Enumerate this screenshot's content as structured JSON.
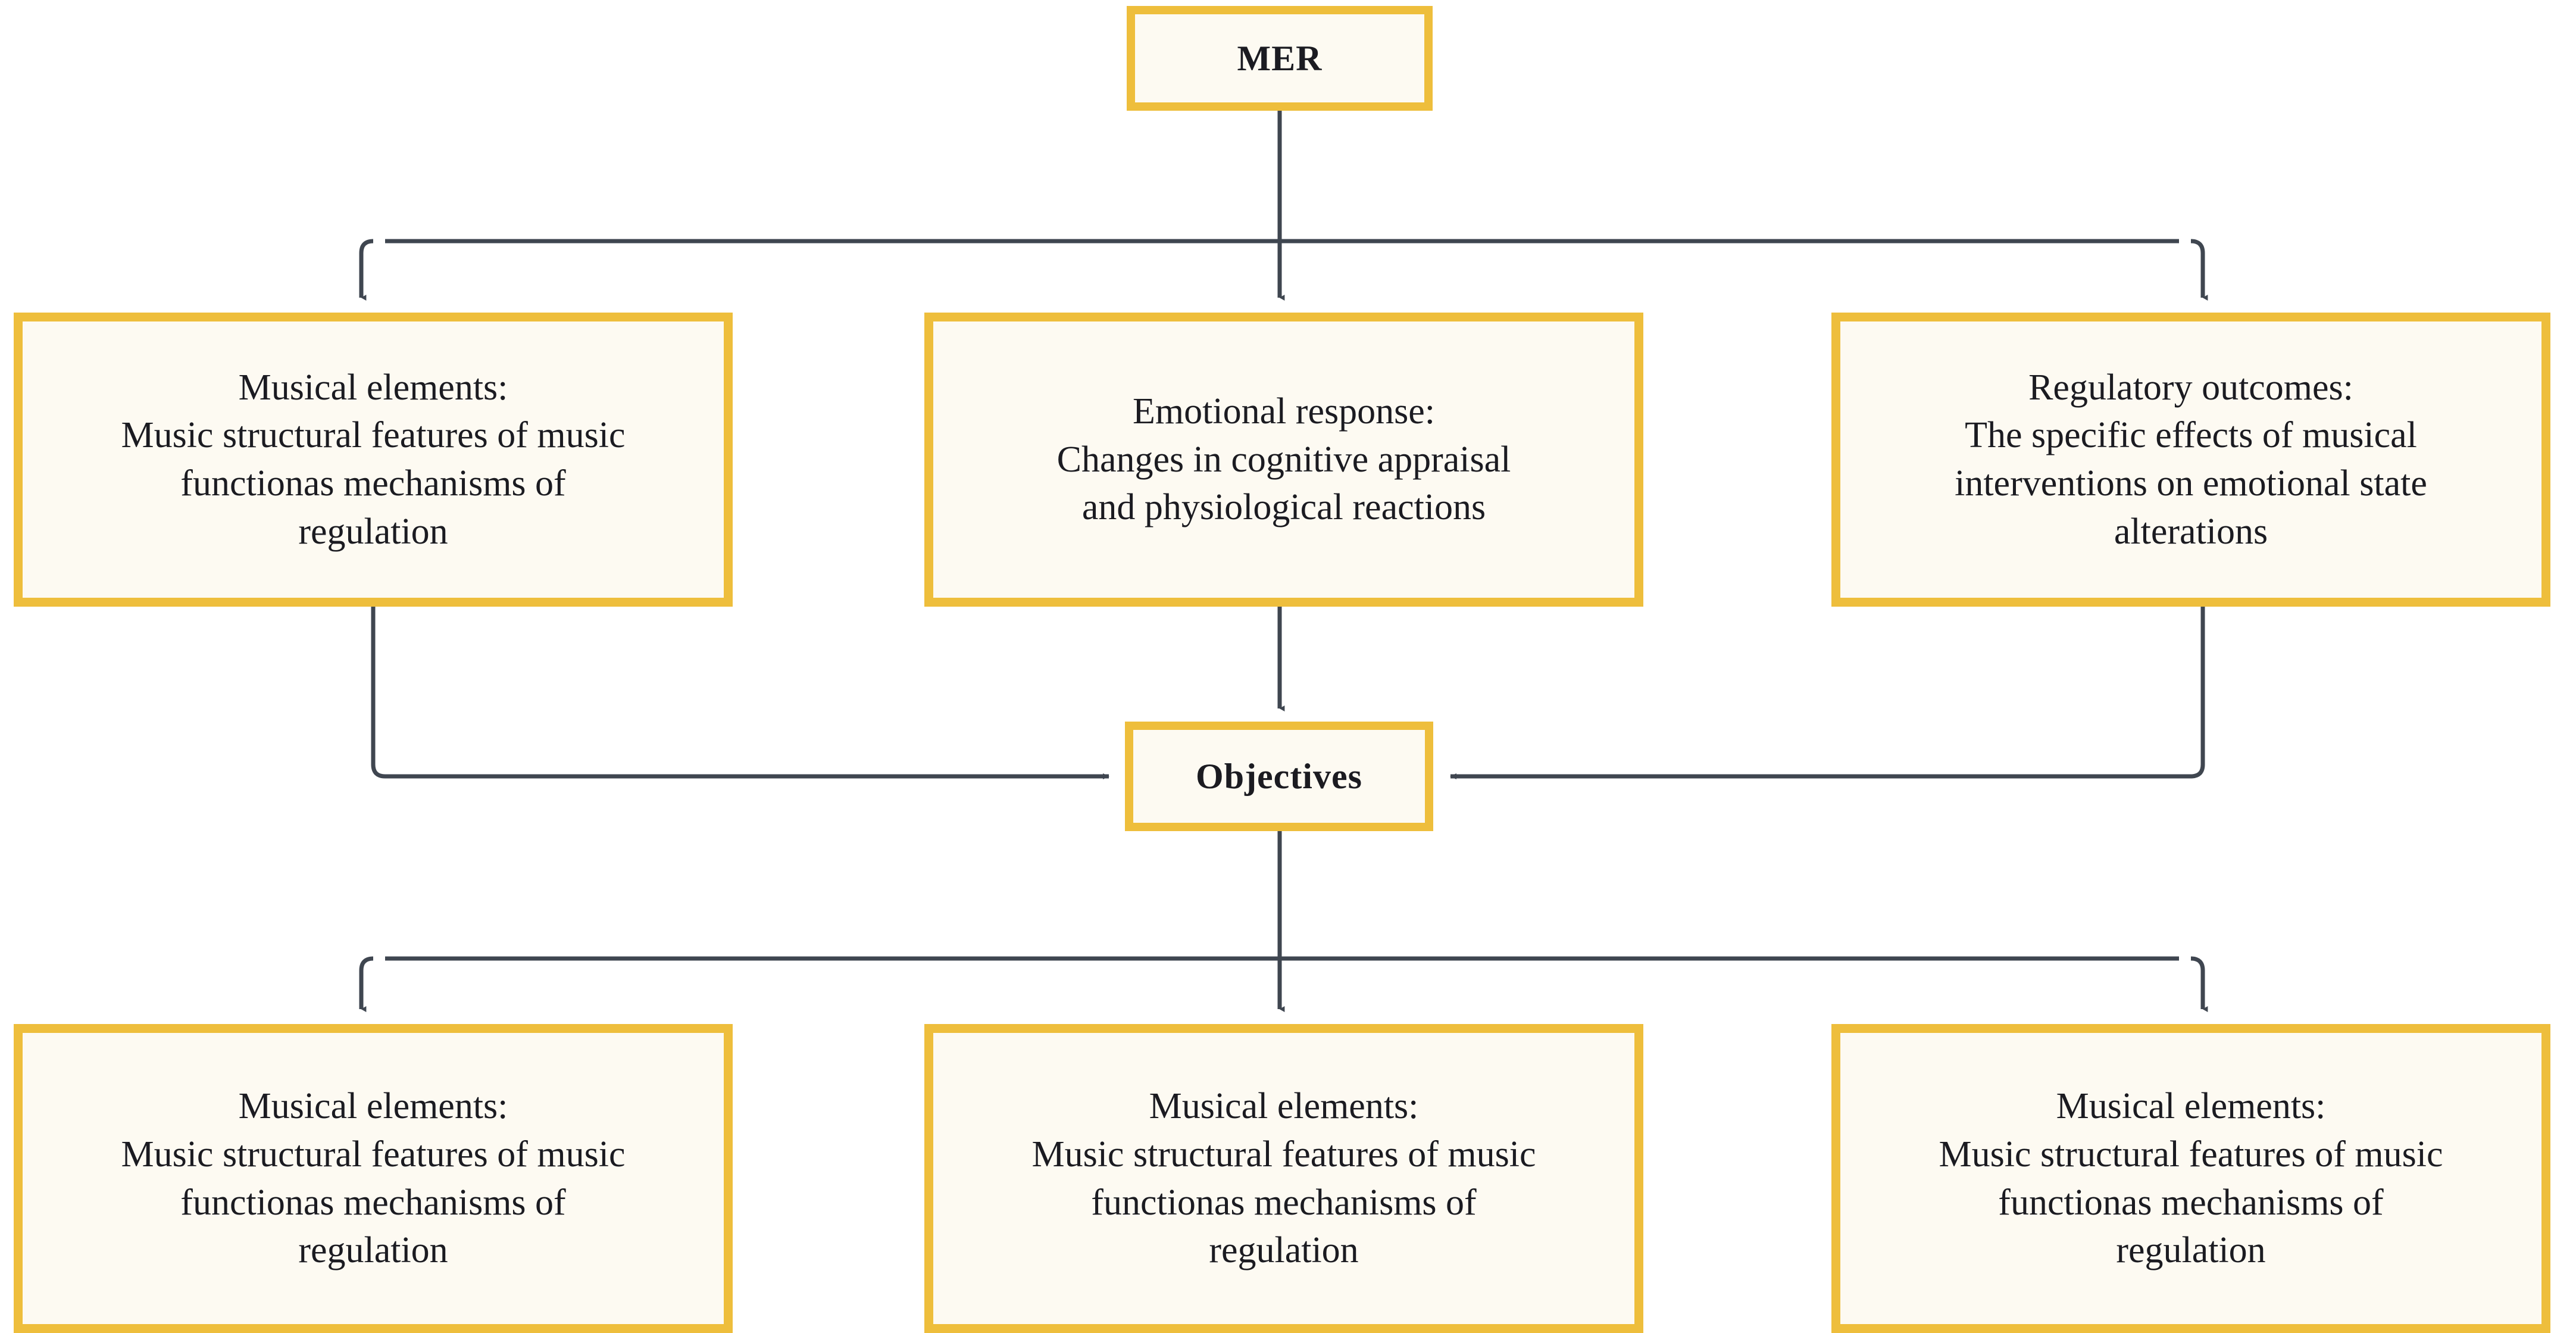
{
  "diagram": {
    "title": "MER emotional regulation framework flowchart",
    "colors": {
      "box_border": "#EEBE3C",
      "box_fill": "#FDFAF2",
      "connector": "#3F4650",
      "text": "#1B1B21",
      "background": "#FFFFFF"
    },
    "nodes": {
      "mer": {
        "label": "MER"
      },
      "musical_elements_top": {
        "label": "Musical elements:\nMusic structural features of music\nfunctionas mechanisms of\nregulation"
      },
      "emotional_response": {
        "label": "Emotional response:\nChanges in cognitive appraisal\nand physiological reactions"
      },
      "regulatory_outcomes": {
        "label": "Regulatory outcomes:\nThe specific effects of musical\ninterventions on emotional state\nalterations"
      },
      "objectives": {
        "label": "Objectives"
      },
      "musical_elements_bottom_left": {
        "label": "Musical elements:\nMusic structural features of music\nfunctionas mechanisms of\nregulation"
      },
      "musical_elements_bottom_center": {
        "label": "Musical elements:\nMusic structural features of music\nfunctionas mechanisms of\nregulation"
      },
      "musical_elements_bottom_right": {
        "label": "Musical elements:\nMusic structural features of music\nfunctionas mechanisms of\nregulation"
      }
    },
    "edges": [
      {
        "from": "mer",
        "to": "musical_elements_top",
        "style": "orthogonal-arrow"
      },
      {
        "from": "mer",
        "to": "emotional_response",
        "style": "straight-arrow"
      },
      {
        "from": "mer",
        "to": "regulatory_outcomes",
        "style": "orthogonal-arrow"
      },
      {
        "from": "musical_elements_top",
        "to": "objectives",
        "style": "orthogonal-arrow"
      },
      {
        "from": "emotional_response",
        "to": "objectives",
        "style": "straight-arrow"
      },
      {
        "from": "regulatory_outcomes",
        "to": "objectives",
        "style": "orthogonal-arrow"
      },
      {
        "from": "objectives",
        "to": "musical_elements_bottom_left",
        "style": "orthogonal-arrow"
      },
      {
        "from": "objectives",
        "to": "musical_elements_bottom_center",
        "style": "straight-arrow"
      },
      {
        "from": "objectives",
        "to": "musical_elements_bottom_right",
        "style": "orthogonal-arrow"
      }
    ]
  }
}
